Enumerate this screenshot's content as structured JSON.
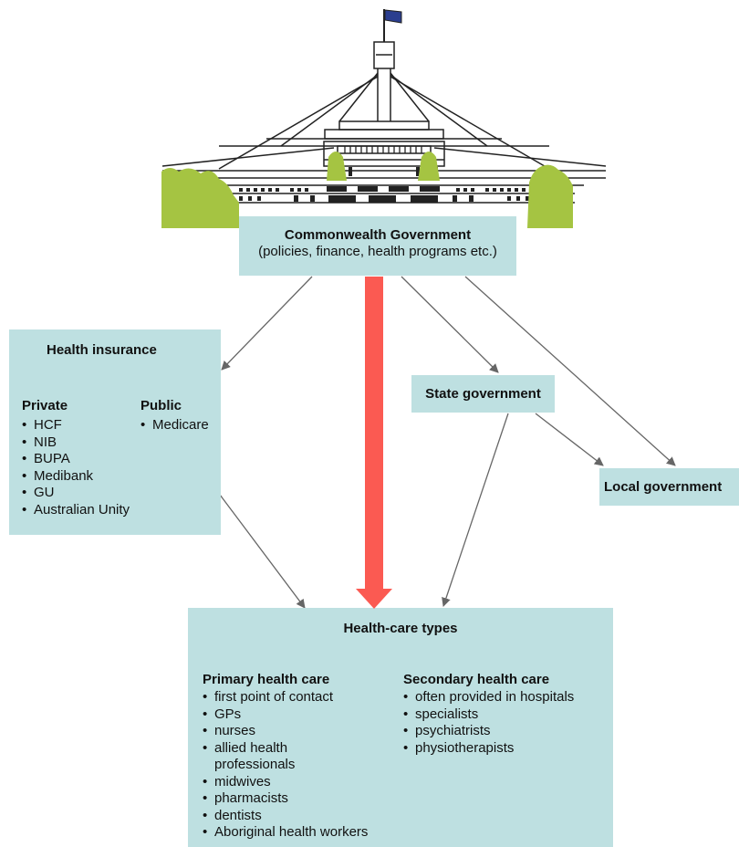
{
  "commonwealth": {
    "title": "Commonwealth Government",
    "subtitle": "(policies, finance, health programs etc.)"
  },
  "health_insurance": {
    "title": "Health insurance",
    "private": {
      "heading": "Private",
      "items": [
        "HCF",
        "NIB",
        "BUPA",
        "Medibank",
        "GU",
        "Australian Unity"
      ]
    },
    "public": {
      "heading": "Public",
      "items": [
        "Medicare"
      ]
    }
  },
  "state_government": {
    "label": "State government"
  },
  "local_government": {
    "label": "Local government"
  },
  "health_care_types": {
    "title": "Health-care types",
    "primary": {
      "heading": "Primary health care",
      "items": [
        "first point of contact",
        "GPs",
        "nurses",
        "allied health",
        "professionals",
        "midwives",
        "pharmacists",
        "dentists",
        "Aboriginal health workers"
      ]
    },
    "secondary": {
      "heading": "Secondary health care",
      "items": [
        "often provided in hospitals",
        "specialists",
        "psychiatrists",
        "physiotherapists"
      ]
    }
  },
  "colors": {
    "box_fill": "#bee0e1",
    "main_arrow": "#fb5a52",
    "connector": "#666666",
    "tree_green": "#a5c442",
    "flag_blue": "#2b3e8f"
  },
  "icons": [
    "parliament-house-illustration",
    "flag-icon"
  ]
}
